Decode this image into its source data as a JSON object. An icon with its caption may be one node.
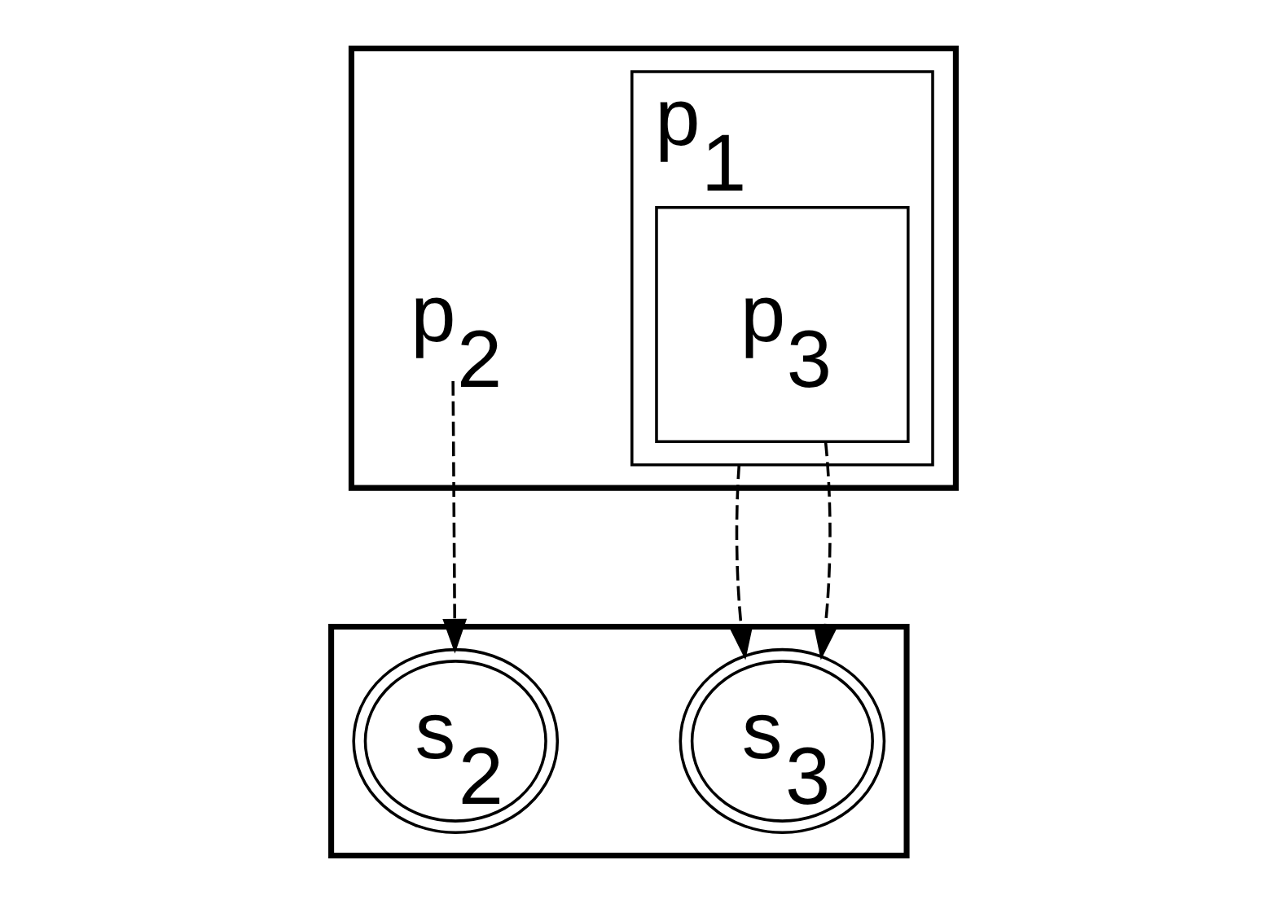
{
  "diagram": {
    "nodes": [
      {
        "text": [],
        "shape": "parallelogram"
      },
      {
        "text": [
          "p$_{2}$"
        ],
        "in": 0
      },
      {
        "text": [
          "p$_{1}$"
        ],
        "in": 0
      },
      {
        "text": [
          "p$_{3}$"
        ],
        "in": 2
      },
      {
        "text": [],
        "shape": "parallelogram"
      },
      {
        "text": [
          "s$_{2}$"
        ],
        "in": 4
      },
      {
        "text": [
          "s$_{3}$"
        ],
        "in": 4
      }
    ],
    "edges": [
      {
        "from": 1,
        "to": 5,
        "arrow": "to",
        "style": "dashed"
      },
      {
        "from": 2,
        "to": 6,
        "arrow": "to",
        "style": "dashed"
      },
      {
        "from": 3,
        "to": 6,
        "arrow": "to",
        "style": "dashed"
      }
    ]
  }
}
